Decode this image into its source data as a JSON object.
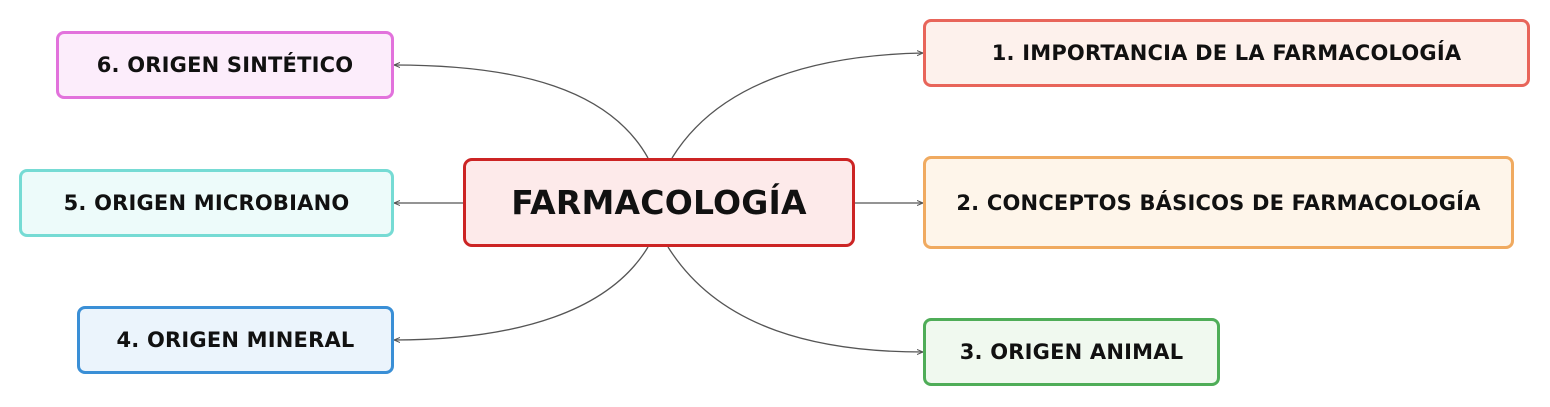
{
  "diagram": {
    "central": {
      "label": "FARMACOLOGÍA",
      "color": "#cc2424"
    },
    "branches": [
      {
        "label": "1. IMPORTANCIA DE LA FARMACOLOGÍA",
        "color": "#e8655a"
      },
      {
        "label": "2. CONCEPTOS BÁSICOS DE FARMACOLOGÍA",
        "color": "#f0aa60"
      },
      {
        "label": "3. ORIGEN ANIMAL",
        "color": "#4fad58"
      },
      {
        "label": "4. ORIGEN MINERAL",
        "color": "#3a8fd6"
      },
      {
        "label": "5. ORIGEN MICROBIANO",
        "color": "#76dbd4"
      },
      {
        "label": "6. ORIGEN SINTÉTICO",
        "color": "#e272dc"
      }
    ],
    "connector_color": "#555555"
  }
}
